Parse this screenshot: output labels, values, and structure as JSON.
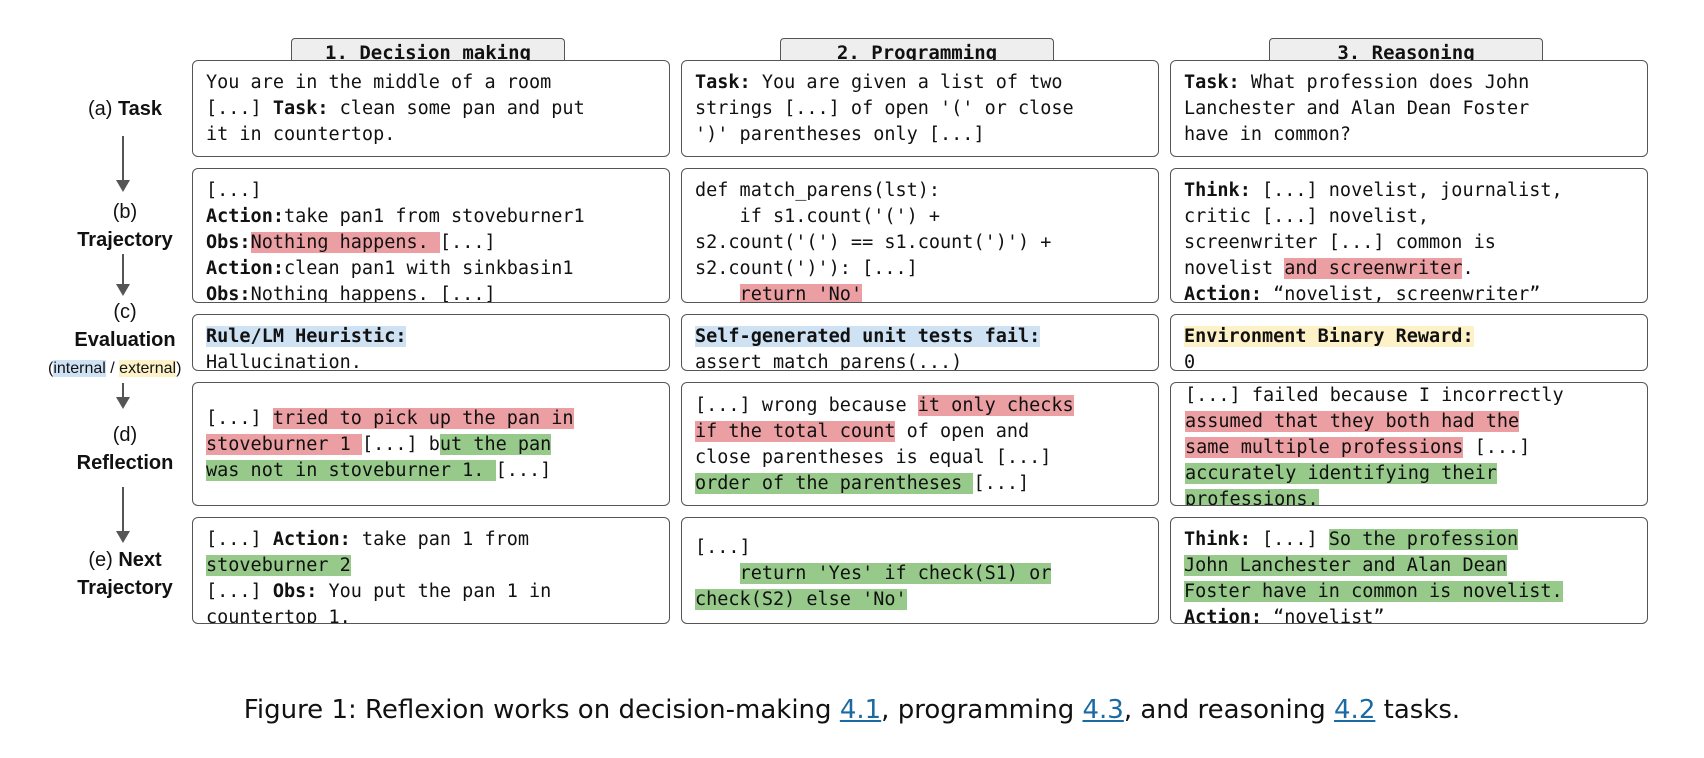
{
  "columns": [
    {
      "header": "1. Decision making"
    },
    {
      "header": "2. Programming"
    },
    {
      "header": "3. Reasoning"
    }
  ],
  "row_labels": {
    "a": {
      "prefix": "(a)",
      "title": "Task"
    },
    "b": {
      "prefix": "(b)",
      "title": "Trajectory"
    },
    "c": {
      "prefix": "(c)",
      "title": "Evaluation",
      "internal": "internal",
      "sep": "/",
      "external": "external"
    },
    "d": {
      "prefix": "(d)",
      "title": "Reflection"
    },
    "e": {
      "prefix": "(e)",
      "title_line1": "Next",
      "title_line2": "Trajectory"
    }
  },
  "cells": {
    "decision": {
      "task": {
        "l1": "You are in the middle of a room",
        "l2a": "[...] ",
        "l2b": "Task:",
        "l2c": " clean some pan and put",
        "l3": "it in countertop."
      },
      "trajectory": {
        "l1": "[...]",
        "l2a": "Action:",
        "l2b": "take pan1 from stoveburner1",
        "l3a": "Obs:",
        "l3b": "Nothing happens. ",
        "l3c": "[...]",
        "l4a": "Action:",
        "l4b": "clean pan1 with sinkbasin1",
        "l5a": "Obs:",
        "l5b": "Nothing happens. [...]"
      },
      "evaluation": {
        "l1": "Rule/LM Heuristic:",
        "l2": "Hallucination."
      },
      "reflection": {
        "l1a": "[...] ",
        "l1b": "tried to pick up the pan in",
        "l2a": "stoveburner 1 ",
        "l2b": "[...] b",
        "l2c": "ut the pan",
        "l3a": "was not in stoveburner 1. ",
        "l3b": "[...]"
      },
      "next": {
        "l1a": "[...] ",
        "l1b": "Action:",
        "l1c": " take pan 1 from",
        "l2": "stoveburner 2",
        "l3a": "[...] ",
        "l3b": "Obs:",
        "l3c": " You put the pan 1 in",
        "l4": "countertop 1."
      }
    },
    "programming": {
      "task": {
        "l1a": "Task:",
        "l1b": " You are given a list of two",
        "l2": "strings [...] of open '(' or close",
        "l3": "')' parentheses only [...]"
      },
      "trajectory": {
        "l1": "def match_parens(lst):",
        "l2": "    if s1.count('(') +",
        "l3": "s2.count('(') == s1.count(')') +",
        "l4": "s2.count(')'): [...]",
        "l5a": "    ",
        "l5b": "return 'No'"
      },
      "evaluation": {
        "l1": "Self-generated unit tests fail:",
        "l2": "assert match_parens(...)"
      },
      "reflection": {
        "l1a": "[...] wrong because ",
        "l1b": "it only checks",
        "l2a": "if the total count",
        "l2b": " of open and",
        "l3": "close parentheses is equal [...]",
        "l4a": "order of the parentheses ",
        "l4b": "[...]"
      },
      "next": {
        "l1": "[...]",
        "l2a": "    ",
        "l2b": "return 'Yes' if check(S1) or",
        "l3": "check(S2) else 'No'"
      }
    },
    "reasoning": {
      "task": {
        "l1a": "Task:",
        "l1b": " What profession does John",
        "l2": "Lanchester and Alan Dean Foster",
        "l3": "have in common?"
      },
      "trajectory": {
        "l1a": "Think:",
        "l1b": " [...] novelist, journalist,",
        "l2": "critic [...] novelist,",
        "l3": "screenwriter [...] common is",
        "l4a": "novelist ",
        "l4b": "and screenwriter",
        "l4c": ".",
        "l5a": "Action:",
        "l5b": " “novelist, screenwriter”"
      },
      "evaluation": {
        "l1": "Environment Binary Reward:",
        "l2": "0"
      },
      "reflection": {
        "l1": "[...] failed because I incorrectly",
        "l2": "assumed that they both had the",
        "l3a": "same multiple professions",
        "l3b": " [...]",
        "l4": "accurately identifying their",
        "l5": "professions."
      },
      "next": {
        "l1a": "Think:",
        "l1b": " [...] ",
        "l1c": "So the profession",
        "l2": "John Lanchester and Alan Dean",
        "l3": "Foster have in common is novelist.",
        "l4a": "Action:",
        "l4b": " “novelist”"
      }
    }
  },
  "caption": {
    "pre": "Figure 1: Reflexion works on decision-making ",
    "ref1": "4.1",
    "mid1": ", programming ",
    "ref2": "4.3",
    "mid2": ", and reasoning ",
    "ref3": "4.2",
    "post": " tasks."
  },
  "colors": {
    "error_highlight": "#eb9fa3",
    "fix_highlight": "#96c98a",
    "internal": "#cfe2f3",
    "external": "#fdf2c7"
  }
}
